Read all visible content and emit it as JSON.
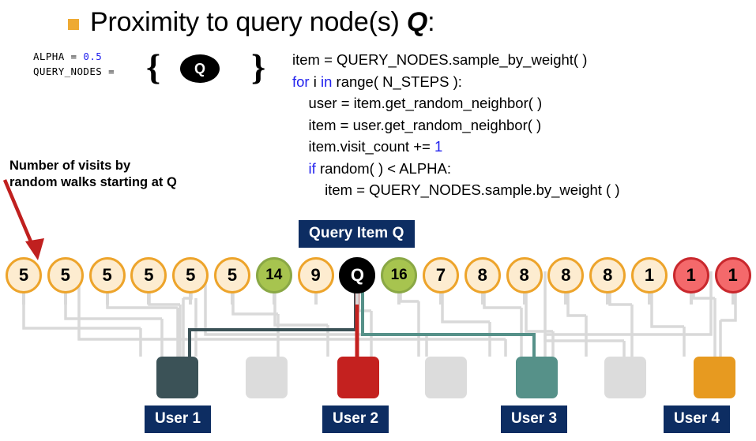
{
  "title": {
    "text_before": "Proximity to query node(s) ",
    "q": "Q",
    "text_after": ":",
    "bullet_color": "#eeaa33"
  },
  "alpha_block": {
    "line1_name": "ALPHA = ",
    "line1_value": "0.5",
    "line2_name": "QUERY_NODES = ",
    "brace_open": "{",
    "brace_close": "}",
    "set_node": "Q"
  },
  "code": {
    "line1": "item = QUERY_NODES.sample_by_weight( )",
    "line2_kw1": "for",
    "line2_mid": " i ",
    "line2_kw2": "in",
    "line2_rest": " range( N_STEPS ):",
    "line3": "    user = item.get_random_neighbor( )",
    "line4": "    item = user.get_random_neighbor( )",
    "line5_pre": "    item.visit_count += ",
    "line5_num": "1",
    "line6_kw": "    if",
    "line6_rest": " random( ) < ALPHA:",
    "line7": "        item = QUERY_NODES.sample.by_weight ( )"
  },
  "annotation": {
    "line1": "Number of visits by",
    "line2": "random walks starting at Q",
    "arrow_color": "#c0201f"
  },
  "query_label": "Query Item Q",
  "nodes": [
    {
      "label": "5",
      "style": "cream"
    },
    {
      "label": "5",
      "style": "cream"
    },
    {
      "label": "5",
      "style": "cream"
    },
    {
      "label": "5",
      "style": "cream"
    },
    {
      "label": "5",
      "style": "cream"
    },
    {
      "label": "5",
      "style": "cream"
    },
    {
      "label": "14",
      "style": "green"
    },
    {
      "label": "9",
      "style": "cream"
    },
    {
      "label": "Q",
      "style": "black"
    },
    {
      "label": "16",
      "style": "green"
    },
    {
      "label": "7",
      "style": "cream"
    },
    {
      "label": "8",
      "style": "cream"
    },
    {
      "label": "8",
      "style": "cream"
    },
    {
      "label": "8",
      "style": "cream"
    },
    {
      "label": "8",
      "style": "cream"
    },
    {
      "label": "1",
      "style": "cream"
    },
    {
      "label": "1",
      "style": "red"
    },
    {
      "label": "1",
      "style": "red"
    }
  ],
  "users": [
    {
      "label": "User 1",
      "color": "#3b5257",
      "highlighted": true
    },
    {
      "label": "",
      "color": "#dcdcdc",
      "highlighted": false
    },
    {
      "label": "User 2",
      "color": "#c4211f",
      "highlighted": true
    },
    {
      "label": "",
      "color": "#dcdcdc",
      "highlighted": false
    },
    {
      "label": "User 3",
      "color": "#569189",
      "highlighted": true
    },
    {
      "label": "",
      "color": "#dcdcdc",
      "highlighted": false
    },
    {
      "label": "User 4",
      "color": "#e79a20",
      "highlighted": false
    }
  ],
  "colors": {
    "navy": "#0d2d62",
    "cream_fill": "#fdecd0",
    "cream_border": "#eda42b",
    "green_fill": "#a7c44f",
    "green_border": "#8aa845",
    "red_fill": "#f4696b",
    "red_border": "#c9282d",
    "wire_gray": "#d9d9d9",
    "wire_user1": "#3b5257",
    "wire_user2": "#c4211f",
    "wire_user3": "#569189"
  }
}
